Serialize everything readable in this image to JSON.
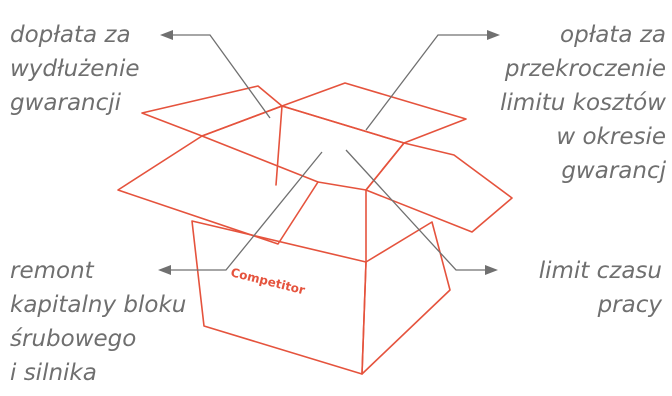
{
  "labels": {
    "top_left": [
      "dopłata za",
      "wydłużenie",
      "gwarancji"
    ],
    "top_right": [
      "opłata za",
      "przekroczenie",
      "limitu kosztów",
      "w okresie",
      "gwarancj"
    ],
    "bottom_left": [
      "remont",
      "kapitalny bloku",
      "śrubowego",
      "i silnika"
    ],
    "bottom_right": [
      "limit czasu",
      "pracy"
    ]
  },
  "box_brand": "Competitor",
  "colors": {
    "box_outline": "#e5533d",
    "label_text": "#6f6f6f",
    "leader_line": "#707070",
    "background": "#ffffff"
  }
}
